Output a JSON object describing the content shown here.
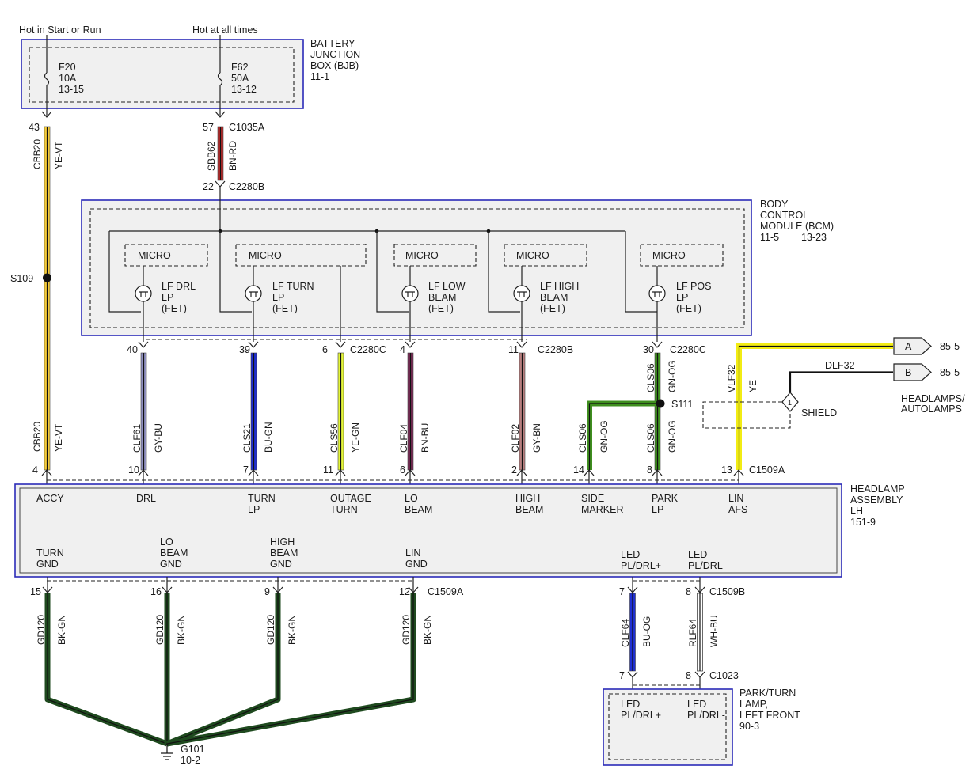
{
  "sources": {
    "start_run": "Hot in Start or Run",
    "always": "Hot at all times"
  },
  "bjb": {
    "name": [
      "BATTERY",
      "JUNCTION",
      "BOX (BJB)",
      "11-1"
    ],
    "fuses": [
      {
        "lines": [
          "F20",
          "10A",
          "13-15"
        ]
      },
      {
        "lines": [
          "F62",
          "50A",
          "13-12"
        ]
      }
    ]
  },
  "bcm": {
    "name": [
      "BODY",
      "CONTROL",
      "MODULE (BCM)"
    ],
    "ref": [
      "11-5",
      "13-23"
    ],
    "micro_label": "MICRO",
    "fets": [
      {
        "lines": [
          "LF DRL",
          "LP",
          "(FET)"
        ]
      },
      {
        "lines": [
          "LF TURN",
          "LP",
          "(FET)"
        ]
      },
      {
        "lines": [
          "LF LOW",
          "BEAM",
          "(FET)"
        ]
      },
      {
        "lines": [
          "LF HIGH",
          "BEAM",
          "(FET)"
        ]
      },
      {
        "lines": [
          "LF POS",
          "LP",
          "(FET)"
        ]
      }
    ]
  },
  "headlamp": {
    "name": [
      "HEADLAMP",
      "ASSEMBLY",
      "LH",
      "151-9"
    ],
    "inputs": [
      {
        "lines": [
          "ACCY"
        ]
      },
      {
        "lines": [
          "DRL"
        ]
      },
      {
        "lines": [
          "TURN",
          "LP"
        ]
      },
      {
        "lines": [
          "OUTAGE",
          "TURN"
        ]
      },
      {
        "lines": [
          "LO",
          "BEAM"
        ]
      },
      {
        "lines": [
          "HIGH",
          "BEAM"
        ]
      },
      {
        "lines": [
          "SIDE",
          "MARKER"
        ]
      },
      {
        "lines": [
          "PARK",
          "LP"
        ]
      },
      {
        "lines": [
          "LIN",
          "AFS"
        ]
      }
    ],
    "grounds": [
      {
        "lines": [
          "TURN",
          "GND"
        ]
      },
      {
        "lines": [
          "LO",
          "BEAM",
          "GND"
        ]
      },
      {
        "lines": [
          "HIGH",
          "BEAM",
          "GND"
        ]
      },
      {
        "lines": [
          "LIN",
          "GND"
        ]
      }
    ],
    "outputs": [
      {
        "lines": [
          "LED",
          "PL/DRL+"
        ]
      },
      {
        "lines": [
          "LED",
          "PL/DRL-"
        ]
      }
    ]
  },
  "park_lamp": {
    "name": [
      "PARK/TURN",
      "LAMP,",
      "LEFT FRONT",
      "90-3"
    ],
    "pins": [
      {
        "lines": [
          "LED",
          "PL/DRL+"
        ]
      },
      {
        "lines": [
          "LED",
          "PL/DRL-"
        ]
      }
    ]
  },
  "connectors": {
    "c1035a": "C1035A",
    "c2280b_top": "C2280B",
    "c2280c_a": "C2280C",
    "c2280b_mid": "C2280B",
    "c2280c_b": "C2280C",
    "c1509a_top": "C1509A",
    "c1509a_bot": "C1509A",
    "c1509b": "C1509B",
    "c1023": "C1023"
  },
  "pins": {
    "p43": "43",
    "p57": "57",
    "p22": "22",
    "p40": "40",
    "p39": "39",
    "p6": "6",
    "p4": "4",
    "p11": "11",
    "p30": "30",
    "h4": "4",
    "h10": "10",
    "h7": "7",
    "h11": "11",
    "h6": "6",
    "h2": "2",
    "h14": "14",
    "h8": "8",
    "h13": "13",
    "g15": "15",
    "g16": "16",
    "g9": "9",
    "g12": "12",
    "o7": "7",
    "o8": "8",
    "l7": "7",
    "l8": "8"
  },
  "splices": {
    "s109": "S109",
    "s111": "S111"
  },
  "ground": {
    "name": "G101",
    "ref": "10-2"
  },
  "connectors_ext": {
    "a": {
      "letter": "A",
      "ref": "85-5"
    },
    "b": {
      "letter": "B",
      "ref": "85-5"
    },
    "dest": [
      "HEADLAMPS/",
      "AUTOLAMPS"
    ]
  },
  "shield": {
    "label": "SHIELD",
    "number": "1"
  },
  "wires": [
    {
      "circuit": "CBB20",
      "color": "YE-VT"
    },
    {
      "circuit": "SBB62",
      "color": "BN-RD"
    },
    {
      "circuit": "CBB20",
      "color": "YE-VT"
    },
    {
      "circuit": "CLF61",
      "color": "GY-BU"
    },
    {
      "circuit": "CLS21",
      "color": "BU-GN"
    },
    {
      "circuit": "CLS56",
      "color": "YE-GN"
    },
    {
      "circuit": "CLF04",
      "color": "BN-BU"
    },
    {
      "circuit": "CLF02",
      "color": "GY-BN"
    },
    {
      "circuit": "CLS06",
      "color": "GN-OG"
    },
    {
      "circuit": "CLS06",
      "color": "GN-OG"
    },
    {
      "circuit": "CLS06",
      "color": "GN-OG"
    },
    {
      "circuit": "VLF32",
      "color": "YE"
    },
    {
      "circuit": "DLF32",
      "color": ""
    },
    {
      "circuit": "GD120",
      "color": "BK-GN"
    },
    {
      "circuit": "GD120",
      "color": "BK-GN"
    },
    {
      "circuit": "GD120",
      "color": "BK-GN"
    },
    {
      "circuit": "GD120",
      "color": "BK-GN"
    },
    {
      "circuit": "CLF64",
      "color": "BU-OG"
    },
    {
      "circuit": "RLF64",
      "color": "WH-BU"
    }
  ],
  "colors": {
    "box_border": "#2b2bb8",
    "box_fill": "#f0f0f0",
    "yellow": "#f5cc3a",
    "yellow_bright": "#f2ec14",
    "brown_red": "#b82a2a",
    "gray_blue": "#8f8fbf",
    "blue": "#1f2fd0",
    "yellow_green": "#e4f53a",
    "purple": "#7a2a55",
    "gray_brown": "#b87f7f",
    "green": "#3f8f1f",
    "dark_green": "#1f4a1f",
    "white": "#ffffff",
    "black": "#111111"
  }
}
